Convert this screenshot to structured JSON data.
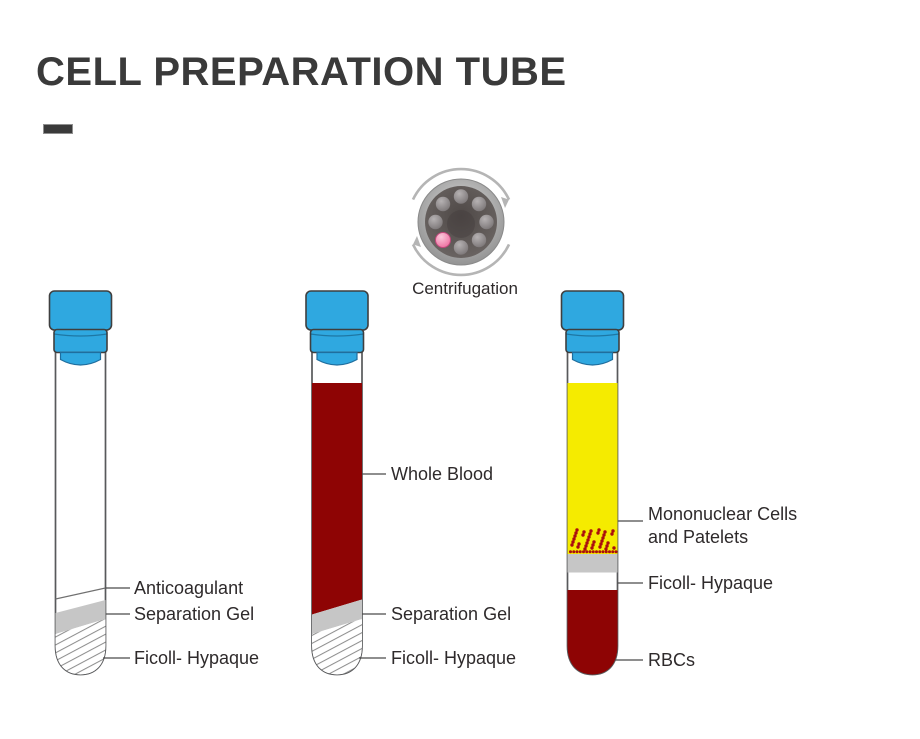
{
  "title": "CELL PREPARATION TUBE",
  "centrifugation_label": "Centrifugation",
  "tubes": [
    {
      "labels": [
        {
          "text": "Anticoagulant"
        },
        {
          "text": "Separation Gel"
        },
        {
          "text": "Ficoll- Hypaque"
        }
      ]
    },
    {
      "labels": [
        {
          "text": "Whole Blood"
        },
        {
          "text": "Separation Gel"
        },
        {
          "text": "Ficoll- Hypaque"
        }
      ]
    },
    {
      "labels": [
        {
          "text": "Mononuclear Cells and Patelets"
        },
        {
          "text": "Ficoll- Hypaque"
        },
        {
          "text": "RBCs"
        }
      ]
    }
  ],
  "colors": {
    "cap_blue": "#2FA8E0",
    "blood_red": "#8E0404",
    "plasma_yellow": "#F5EB00",
    "separation_gel_gray": "#C6C6C6",
    "tube_outline_gray": "#58595B",
    "text_dark": "#2E2A2B",
    "title_dark": "#3A3A3A",
    "mononuclear_dot_red": "#AA0E0E",
    "centrifuge_pink": "#EE6FA0"
  }
}
